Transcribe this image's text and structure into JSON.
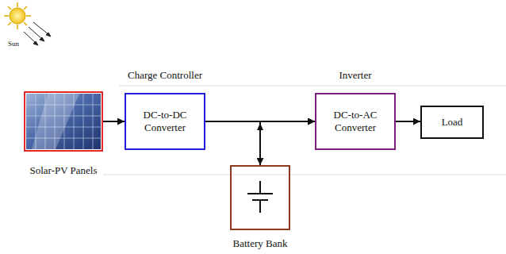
{
  "diagram": {
    "nodes": [
      {
        "text": [
          "Solar-PV Panels"
        ]
      },
      {
        "text": [
          "Charge Controller",
          "DC-to-DC Converter"
        ]
      },
      {
        "text": [
          "Inverter",
          "DC-to-AC Converter"
        ]
      },
      {
        "text": [
          "Load"
        ]
      },
      {
        "text": [
          "Battery Bank"
        ]
      }
    ],
    "edges": [
      {
        "from": 0,
        "to": 1,
        "arrow": "to"
      },
      {
        "from": 1,
        "to": 2,
        "arrow": "to"
      },
      {
        "from": 1,
        "to": 4,
        "arrow": "to"
      },
      {
        "from": 4,
        "to": 2,
        "arrow": "to"
      },
      {
        "from": 2,
        "to": 3,
        "arrow": "to"
      }
    ],
    "labels": [
      "Sun"
    ]
  }
}
